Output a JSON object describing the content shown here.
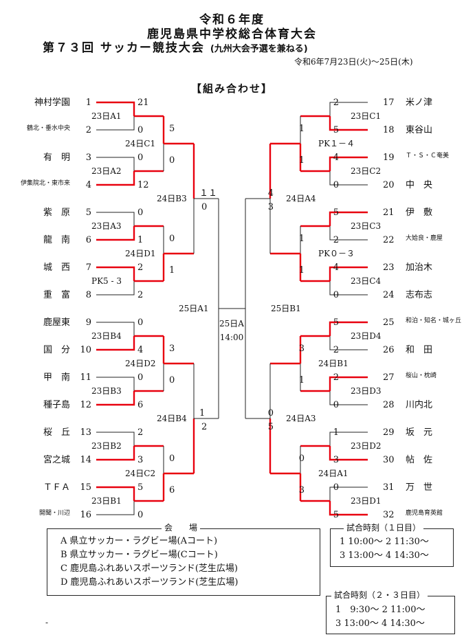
{
  "header": {
    "line1": "令和６年度",
    "line2": "鹿児島県中学校総合体育大会",
    "line3": "第７３回 サッカー競技大会",
    "line3_note": "(九州大会予選を兼ねる)",
    "dates": "令和6年7月23日(火)～25日(木)",
    "section": "【組み合わせ】"
  },
  "left_teams": [
    {
      "name": "神村学園",
      "seed": "1"
    },
    {
      "name": "鶴北・垂水中央",
      "seed": "2"
    },
    {
      "name": "有　明",
      "seed": "3"
    },
    {
      "name": "伊集院北・東市来",
      "seed": "4"
    },
    {
      "name": "紫　原",
      "seed": "5"
    },
    {
      "name": "龍　南",
      "seed": "6"
    },
    {
      "name": "城　西",
      "seed": "7"
    },
    {
      "name": "重　富",
      "seed": "8"
    },
    {
      "name": "鹿屋東",
      "seed": "9"
    },
    {
      "name": "国　分",
      "seed": "10"
    },
    {
      "name": "甲　南",
      "seed": "11"
    },
    {
      "name": "種子島",
      "seed": "12"
    },
    {
      "name": "桜　丘",
      "seed": "13"
    },
    {
      "name": "宮之城",
      "seed": "14"
    },
    {
      "name": "ＴＦＡ",
      "seed": "15"
    },
    {
      "name": "開聞・川辺",
      "seed": "16"
    }
  ],
  "right_teams": [
    {
      "name": "米ノ津",
      "seed": "17"
    },
    {
      "name": "東谷山",
      "seed": "18"
    },
    {
      "name": "Ｔ・Ｓ・Ｃ奄美",
      "seed": "19"
    },
    {
      "name": "中　央",
      "seed": "20"
    },
    {
      "name": "伊　敷",
      "seed": "21"
    },
    {
      "name": "大姶良・鹿屋",
      "seed": "22"
    },
    {
      "name": "加治木",
      "seed": "23"
    },
    {
      "name": "志布志",
      "seed": "24"
    },
    {
      "name": "和泊・知名・城ヶ丘",
      "seed": "25"
    },
    {
      "name": "和　田",
      "seed": "26"
    },
    {
      "name": "桜山・枕崎",
      "seed": "27"
    },
    {
      "name": "川内北",
      "seed": "28"
    },
    {
      "name": "坂　元",
      "seed": "29"
    },
    {
      "name": "帖　佐",
      "seed": "30"
    },
    {
      "name": "万　世",
      "seed": "31"
    },
    {
      "name": "鹿児島育英館",
      "seed": "32"
    }
  ],
  "left_r1": [
    {
      "label": "23日A1",
      "top": "21",
      "bot": "0"
    },
    {
      "label": "23日A2",
      "top": "0",
      "bot": "12"
    },
    {
      "label": "23日A3",
      "top": "0",
      "bot": "1"
    },
    {
      "label": "PK5 - 3",
      "top": "2",
      "bot": "2"
    },
    {
      "label": "23日B4",
      "top": "0",
      "bot": "4"
    },
    {
      "label": "23日B3",
      "top": "0",
      "bot": "6"
    },
    {
      "label": "23日B2",
      "top": "2",
      "bot": "3"
    },
    {
      "label": "23日B1",
      "top": "5",
      "bot": "0"
    }
  ],
  "right_r1": [
    {
      "label": "23日C1",
      "top": "2",
      "bot": "5"
    },
    {
      "label": "23日C2",
      "top": "4",
      "bot": "0"
    },
    {
      "label": "23日C3",
      "top": "5",
      "bot": "2"
    },
    {
      "label": "23日C4",
      "top": "4",
      "bot": "0"
    },
    {
      "label": "23日D4",
      "top": "5",
      "bot": "2"
    },
    {
      "label": "23日D3",
      "top": "2",
      "bot": "0"
    },
    {
      "label": "23日D2",
      "top": "1",
      "bot": "3"
    },
    {
      "label": "23日D1",
      "top": "0",
      "bot": "5"
    }
  ],
  "left_r2": [
    {
      "label": "24日C1",
      "top": "5",
      "bot": "0"
    },
    {
      "label": "24日D1",
      "top": "0",
      "bot": "1"
    },
    {
      "label": "24日D2",
      "top": "3",
      "bot": "0"
    },
    {
      "label": "24日C2",
      "top": "0",
      "bot": "6"
    }
  ],
  "right_r2": [
    {
      "label": "PK１－４",
      "top": "1",
      "bot": "1"
    },
    {
      "label": "PK０－３",
      "top": "1",
      "bot": "1"
    },
    {
      "label": "24日B1",
      "top": "3",
      "bot": "1"
    },
    {
      "label": "24日A1",
      "top": "0",
      "bot": "3"
    }
  ],
  "left_r3": [
    {
      "label": "24日B3",
      "top": "１１",
      "bot": "0"
    },
    {
      "label": "24日B4",
      "top": "1",
      "bot": "2"
    }
  ],
  "right_r3": [
    {
      "label": "24日A4",
      "top": "4",
      "bot": "3"
    },
    {
      "label": "24日A3",
      "top": "0",
      "bot": "5"
    }
  ],
  "semis": {
    "left": "25日A1",
    "right": "25日B1"
  },
  "final": {
    "label": "25日A",
    "time": "14:00"
  },
  "venues": {
    "heading": "会　　場",
    "items": [
      "A 県立サッカー・ラグビー場(Aコート)",
      "B 県立サッカー・ラグビー場(Cコート)",
      "C 鹿児島ふれあいスポーツランド(芝生広場)",
      "D 鹿児島ふれあいスポーツランド(芝生広場)"
    ]
  },
  "times_day1": {
    "heading": "試合時刻（１日目）",
    "line1": "1 10:00～ 2 11:30～",
    "line2": "3 13:00～ 4 14:30～"
  },
  "times_day23": {
    "heading": "試合時刻（２・３日目）",
    "line1": "1　9:30～ 2 11:00～",
    "line2": "3 13:00～ 4 14:30～"
  },
  "footer_mark": "-",
  "colors": {
    "win": "#e8000e",
    "line": "#222222"
  }
}
